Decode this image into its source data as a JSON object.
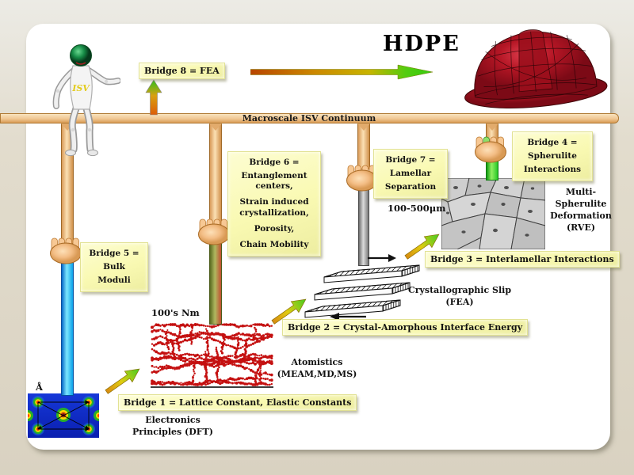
{
  "slide": {
    "title": "HDPE",
    "beam_label": "Macroscale ISV Continuum"
  },
  "figure": {
    "chest_label": "ISV"
  },
  "bridges": {
    "b1": "Bridge 1 = Lattice Constant, Elastic Constants",
    "b2": "Bridge 2 = Crystal-Amorphous Interface Energy",
    "b3": "Bridge 3 = Interlamellar Interactions",
    "b4_lines": [
      "Bridge 4 =",
      "Spherulite",
      "Interactions"
    ],
    "b5_lines": [
      "Bridge 5 =",
      "Bulk",
      "Moduli"
    ],
    "b6_lines": [
      "Bridge 6 =",
      "Entanglement centers,",
      "Strain induced crystallization,",
      "Porosity,",
      "Chain Mobility"
    ],
    "b7_lines": [
      "Bridge 7 =",
      "Lamellar",
      "Separation"
    ],
    "b8": "Bridge 8 = FEA"
  },
  "scales": {
    "angstrom": "Å",
    "nm": "100's Nm",
    "um": "μm",
    "um_range": "100-500μm"
  },
  "captions": {
    "electronics": [
      "Electronics",
      "Principles  (DFT)"
    ],
    "atomistics": [
      "Atomistics",
      "(MEAM,MD,MS)"
    ],
    "crystallographic": [
      "Crystallographic  Slip",
      "(FEA)"
    ],
    "spherulite": [
      "Multi-",
      "Spherulite",
      "Deformation",
      "(RVE)"
    ]
  },
  "colors": {
    "box_yellow": "#f8f8b0",
    "beam_tan": "#eec189",
    "pillar_cyan": "#18a8e8",
    "pillar_olive": "#8a9838",
    "pillar_gray": "#9c9c9c",
    "pillar_green": "#2cc822",
    "arrow_green": "#44cc22",
    "arrow_orange": "#d88a10",
    "hat_red": "#a81322",
    "polymer_red": "#c41010",
    "dft_blue": "#1430cc"
  }
}
